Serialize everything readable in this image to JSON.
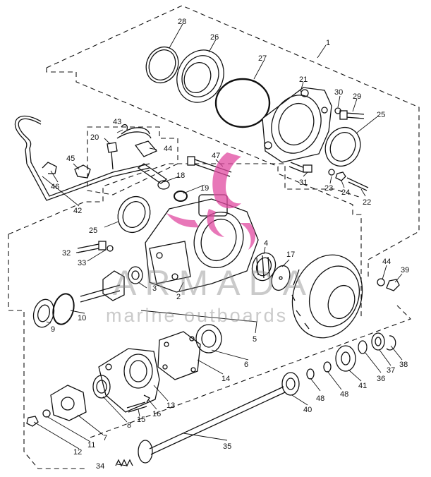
{
  "watermark": {
    "brand": "ARMADA",
    "tagline": "marine outboards",
    "logo_color": "#e04aa0"
  },
  "parts": [
    {
      "id": "1",
      "label": "1"
    },
    {
      "id": "2",
      "label": "2"
    },
    {
      "id": "3",
      "label": "3"
    },
    {
      "id": "4",
      "label": "4"
    },
    {
      "id": "5",
      "label": "5"
    },
    {
      "id": "6",
      "label": "6"
    },
    {
      "id": "7",
      "label": "7"
    },
    {
      "id": "8",
      "label": "8"
    },
    {
      "id": "9",
      "label": "9"
    },
    {
      "id": "10",
      "label": "10"
    },
    {
      "id": "11",
      "label": "11"
    },
    {
      "id": "12",
      "label": "12"
    },
    {
      "id": "13",
      "label": "13"
    },
    {
      "id": "14",
      "label": "14"
    },
    {
      "id": "15",
      "label": "15"
    },
    {
      "id": "16",
      "label": "16"
    },
    {
      "id": "17",
      "label": "17"
    },
    {
      "id": "18",
      "label": "18"
    },
    {
      "id": "19",
      "label": "19"
    },
    {
      "id": "20",
      "label": "20"
    },
    {
      "id": "21",
      "label": "21"
    },
    {
      "id": "22",
      "label": "22"
    },
    {
      "id": "23",
      "label": "23"
    },
    {
      "id": "24",
      "label": "24"
    },
    {
      "id": "25a",
      "label": "25"
    },
    {
      "id": "25b",
      "label": "25"
    },
    {
      "id": "26",
      "label": "26"
    },
    {
      "id": "27",
      "label": "27"
    },
    {
      "id": "28",
      "label": "28"
    },
    {
      "id": "29",
      "label": "29"
    },
    {
      "id": "30",
      "label": "30"
    },
    {
      "id": "31",
      "label": "31"
    },
    {
      "id": "32",
      "label": "32"
    },
    {
      "id": "33",
      "label": "33"
    },
    {
      "id": "34",
      "label": "34"
    },
    {
      "id": "35",
      "label": "35"
    },
    {
      "id": "36",
      "label": "36"
    },
    {
      "id": "37",
      "label": "37"
    },
    {
      "id": "38",
      "label": "38"
    },
    {
      "id": "39",
      "label": "39"
    },
    {
      "id": "40",
      "label": "40"
    },
    {
      "id": "41",
      "label": "41"
    },
    {
      "id": "42",
      "label": "42"
    },
    {
      "id": "43",
      "label": "43"
    },
    {
      "id": "44a",
      "label": "44"
    },
    {
      "id": "44b",
      "label": "44"
    },
    {
      "id": "45",
      "label": "45"
    },
    {
      "id": "46",
      "label": "46"
    },
    {
      "id": "47",
      "label": "47"
    },
    {
      "id": "48a",
      "label": "48"
    },
    {
      "id": "48b",
      "label": "48"
    }
  ]
}
